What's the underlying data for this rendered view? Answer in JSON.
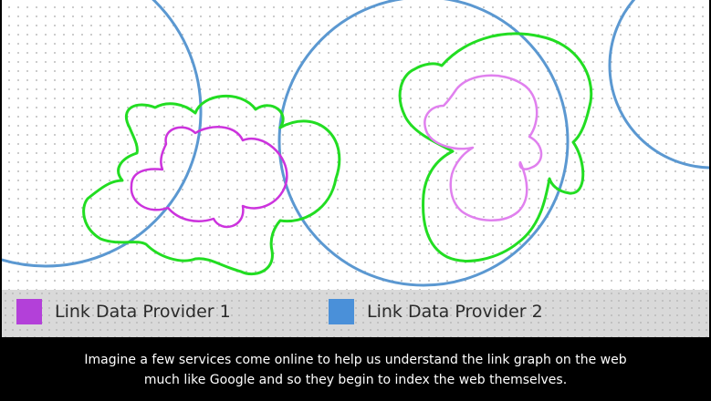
{
  "legend": {
    "items": [
      {
        "label": "Link Data Provider 1",
        "color": "#b340d9"
      },
      {
        "label": "Link Data Provider 2",
        "color": "#4a90d9"
      }
    ]
  },
  "caption": {
    "lines": [
      "Imagine a few services come online to help us understand the link graph on the web",
      "much like Google and so they begin to index the web themselves."
    ]
  },
  "colors": {
    "provider1": "#b340d9",
    "provider1_drawn": "#cc33dd",
    "provider2": "#4a90d9",
    "web_graph": "#22dd22",
    "web_graph_light": "#9ef09e"
  }
}
